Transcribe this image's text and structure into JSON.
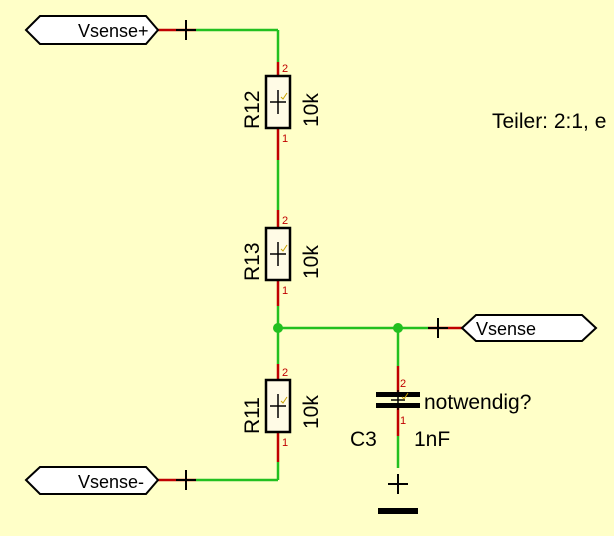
{
  "colors": {
    "background": "#ffffc8",
    "wire": "#22c020",
    "pin": "#c00000",
    "junction": "#22c020",
    "symbol": "#000000"
  },
  "ports": {
    "vsense_plus": "Vsense+",
    "vsense": "Vsense",
    "vsense_minus": "Vsense-"
  },
  "resistors": [
    {
      "ref": "R12",
      "value": "10k",
      "pin_top": "2",
      "pin_bottom": "1"
    },
    {
      "ref": "R13",
      "value": "10k",
      "pin_top": "2",
      "pin_bottom": "1"
    },
    {
      "ref": "R11",
      "value": "10k",
      "pin_top": "2",
      "pin_bottom": "1"
    }
  ],
  "capacitor": {
    "ref": "C3",
    "value": "1nF",
    "pin_top": "2",
    "pin_bottom": "1",
    "note": "notwendig?"
  },
  "annotation": "Teiler: 2:1, e"
}
